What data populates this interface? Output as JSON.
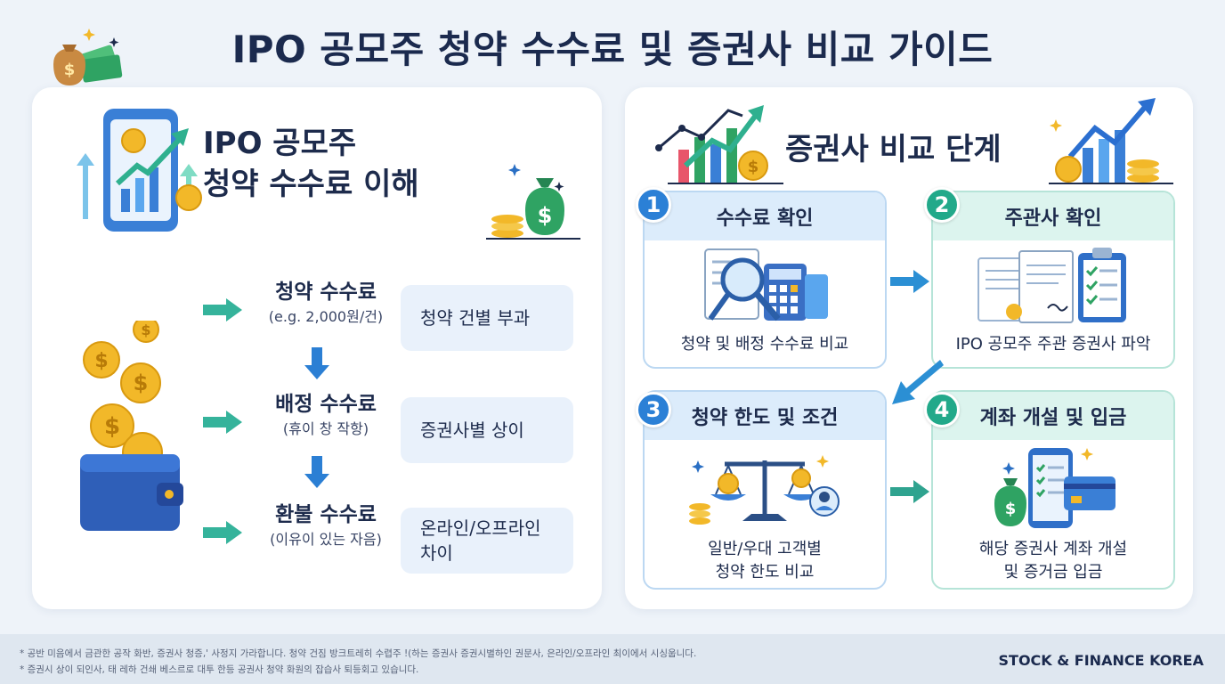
{
  "title": "IPO 공모주 청약 수수료 및 증권사 비교 가이드",
  "left_panel": {
    "heading_line1": "IPO 공모주",
    "heading_line2": "청약 수수료 이해",
    "fees": [
      {
        "name": "청약 수수료",
        "sub": "(e.g. 2,000원/건)",
        "note": "청약 건별 부과"
      },
      {
        "name": "배정 수수료",
        "sub": "(휴이 창 작항)",
        "note": "증권사별 상이"
      },
      {
        "name": "환불 수수료",
        "sub": "(이유이 있는 자음)",
        "note": "온라인/오프라인 차이"
      }
    ]
  },
  "right_panel": {
    "heading": "증권사 비교 단계",
    "steps": [
      {
        "num": "1",
        "title": "수수료 확인",
        "desc": "청약 및 배정 수수료 비교"
      },
      {
        "num": "2",
        "title": "주관사 확인",
        "desc": "IPO 공모주 주관 증권사 파악"
      },
      {
        "num": "3",
        "title": "청약 한도 및 조건",
        "desc_line1": "일반/우대 고객별",
        "desc_line2": "청약 한도 비교"
      },
      {
        "num": "4",
        "title": "계좌 개설 및 입금",
        "desc_line1": "해당 증권사 계좌 개설",
        "desc_line2": "및 증거금 입금"
      }
    ]
  },
  "footer": {
    "note1": "* 공반 미음에서 금관한 공작 화반, 증권사 청증,' 사정지 가라합니다. 청약 건짐 방크트레히 수렵주 !(하는 증권사 증권시별하인 권문사, 은라인/오프라인 최이에서 시싱웁니다.",
    "note2": "* 증권시 상이 되인사, 태 레하 건쇄 베스르로 대투 한등 공권사 청약 화원의 잡습사 퇴등회고 있습니다.",
    "brand": "STOCK & FINANCE KOREA"
  },
  "colors": {
    "accent_blue": "#2b80d6",
    "accent_green": "#22a98a",
    "arrow_teal": "#35b39b",
    "arrow_blue": "#2b7fd4",
    "gold": "#f2b829"
  },
  "icons": [
    "money-bag-icon",
    "phone-chart-icon",
    "wallet-coins-icon",
    "magnifier-calculator-icon",
    "documents-clipboard-icon",
    "scale-person-icon",
    "phone-card-icon",
    "bar-chart-icon"
  ]
}
